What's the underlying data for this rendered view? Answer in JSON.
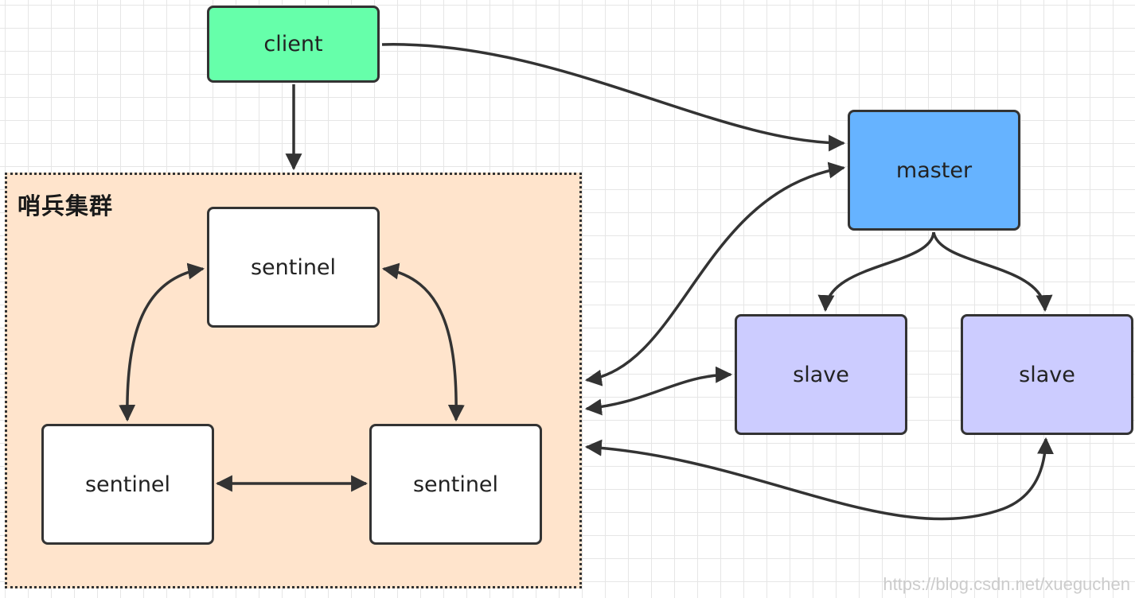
{
  "cluster": {
    "title": "哨兵集群"
  },
  "nodes": {
    "client": {
      "label": "client",
      "fill": "#66ffaa"
    },
    "master": {
      "label": "master",
      "fill": "#66b3ff"
    },
    "slave_1": {
      "label": "slave",
      "fill": "#ccccff"
    },
    "slave_2": {
      "label": "slave",
      "fill": "#ccccff"
    },
    "sentinel_top": {
      "label": "sentinel",
      "fill": "#ffffff"
    },
    "sentinel_left": {
      "label": "sentinel",
      "fill": "#ffffff"
    },
    "sentinel_right": {
      "label": "sentinel",
      "fill": "#ffffff"
    }
  },
  "colors": {
    "cluster_fill": "#ffe4cc",
    "edge": "#333333",
    "grid": "#e6e6e6"
  },
  "watermark": "https://blog.csdn.net/xueguchen"
}
